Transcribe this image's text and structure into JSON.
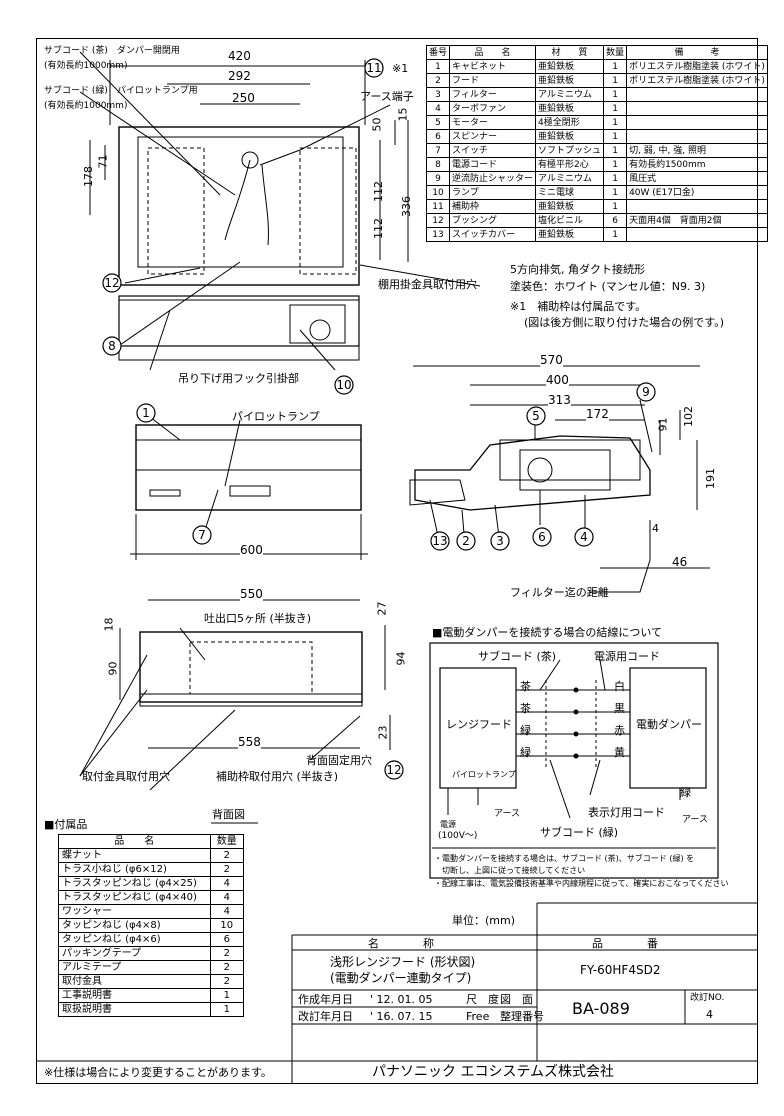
{
  "spec_table": {
    "headers": [
      "番号",
      "品　　名",
      "材　　質",
      "数量",
      "備　　　考"
    ],
    "rows": [
      [
        "1",
        "キャビネット",
        "亜鉛鉄板",
        "1",
        "ポリエステル樹脂塗装 (ホワイト)"
      ],
      [
        "2",
        "フード",
        "亜鉛鉄板",
        "1",
        "ポリエステル樹脂塗装 (ホワイト)"
      ],
      [
        "3",
        "フィルター",
        "アルミニウム",
        "1",
        ""
      ],
      [
        "4",
        "ターボファン",
        "亜鉛鉄板",
        "1",
        ""
      ],
      [
        "5",
        "モーター",
        "4極全閉形",
        "1",
        ""
      ],
      [
        "6",
        "スピンナー",
        "亜鉛鉄板",
        "1",
        ""
      ],
      [
        "7",
        "スイッチ",
        "ソフトプッシュ",
        "1",
        "切, 弱, 中, 強, 照明"
      ],
      [
        "8",
        "電源コード",
        "有極平形2心",
        "1",
        "有効長約1500mm"
      ],
      [
        "9",
        "逆流防止シャッター",
        "アルミニウム",
        "1",
        "風圧式"
      ],
      [
        "10",
        "ランプ",
        "ミニ電球",
        "1",
        "40W (E17口金)"
      ],
      [
        "11",
        "補助枠",
        "亜鉛鉄板",
        "1",
        ""
      ],
      [
        "12",
        "ブッシング",
        "塩化ビニル",
        "6",
        "天面用4個　背面用2個"
      ],
      [
        "13",
        "スイッチカバー",
        "亜鉛鉄板",
        "1",
        ""
      ]
    ]
  },
  "notes": {
    "exhaust": "5方向排気, 角ダクト接続形",
    "paint": "塗装色：ホワイト (マンセル値：N9. 3)",
    "note1": "※1　補助枠は付属品です。",
    "note1b": "(図は後方側に取り付けた場合の例です。)"
  },
  "top_view": {
    "cord1": "サブコード (茶)　ダンパー開閉用",
    "cord1_len": "(有効長約1000mm)",
    "cord2": "サブコード (緑)　パイロットランプ用",
    "cord2_len": "(有効長約1000mm)",
    "earth": "アース端子",
    "shelf_hole": "棚用掛金具取付用穴",
    "hook": "吊り下げ用フック引掛部",
    "dims": [
      "420",
      "292",
      "250",
      "50",
      "15",
      "178",
      "71",
      "112",
      "112",
      "336"
    ],
    "callouts": [
      "11",
      "12",
      "8",
      "10"
    ],
    "star": "※1"
  },
  "front_view": {
    "pilot": "パイロットランプ",
    "width": "600",
    "callouts": [
      "1",
      "7"
    ]
  },
  "side_view": {
    "dims": [
      "570",
      "400",
      "313",
      "172",
      "91",
      "102",
      "191",
      "4",
      "46"
    ],
    "filter_dist": "フィルター迄の距離",
    "callouts": [
      "9",
      "5",
      "13",
      "2",
      "3",
      "6",
      "4"
    ]
  },
  "back_view": {
    "title": "背面図",
    "outlet": "吐出口5ヶ所 (半抜き)",
    "bracket_hole": "取付金具取付用穴",
    "aux_hole": "補助枠取付用穴 (半抜き)",
    "back_fix": "背面固定用穴",
    "dims": [
      "550",
      "27",
      "18",
      "90",
      "94",
      "558",
      "23"
    ],
    "callouts": [
      "12"
    ]
  },
  "wiring": {
    "title": "■電動ダンパーを接続する場合の結線について",
    "sub_brown": "サブコード (茶)",
    "power_cord": "電源用コード",
    "hood": "レンジフード",
    "damper": "電動ダンパー",
    "left_colors": [
      "茶",
      "茶",
      "緑",
      "緑"
    ],
    "right_colors": [
      "白",
      "黒",
      "赤",
      "黄"
    ],
    "pilot": "パイロットランプ",
    "green": "緑",
    "earth1": "アース",
    "earth2": "アース",
    "source": "電源",
    "volt": "(100V〜)",
    "lamp_cord": "表示灯用コード",
    "sub_green": "サブコード (緑)",
    "note1": "・電動ダンパーを接続する場合は、サブコード (茶)、サブコード (緑) を",
    "note1b": "　切断し、上図に従って接続してください",
    "note2": "・配線工事は、電気設備技術基準や内線規程に従って、確実におこなってください"
  },
  "accessories": {
    "title": "■付属品",
    "headers": [
      "品　　名",
      "数量"
    ],
    "rows": [
      [
        "蝶ナット",
        "2"
      ],
      [
        "トラス小ねじ (φ6×12)",
        "2"
      ],
      [
        "トラスタッピンねじ (φ4×25)",
        "4"
      ],
      [
        "トラスタッピンねじ (φ4×40)",
        "4"
      ],
      [
        "ワッシャー",
        "4"
      ],
      [
        "タッピンねじ (φ4×8)",
        "10"
      ],
      [
        "タッピンねじ (φ4×6)",
        "6"
      ],
      [
        "パッキングテープ",
        "2"
      ],
      [
        "アルミテープ",
        "2"
      ],
      [
        "取付金具",
        "2"
      ],
      [
        "工事説明書",
        "1"
      ],
      [
        "取扱説明書",
        "1"
      ]
    ],
    "footnote": "※仕様は場合により変更することがあります。"
  },
  "title_block": {
    "unit": "単位：(mm)",
    "name_h": "名　　　　称",
    "part_h": "品　　　　番",
    "name1": "浅形レンジフード (形状図)",
    "name2": "(電動ダンパー連動タイプ)",
    "part_no": "FY-60HF4SD2",
    "created_l": "作成年月日",
    "created": "' 12. 01. 05",
    "scale_l": "尺　度",
    "drawing_l": "図　面",
    "revised_l": "改訂年月日",
    "revised": "' 16. 07. 15",
    "scale": "Free",
    "reg_l": "整理番号",
    "drawing_no": "BA-089",
    "rev_l": "改訂NO.",
    "rev_no": "4",
    "company": "パナソニック エコシステムズ株式会社"
  }
}
